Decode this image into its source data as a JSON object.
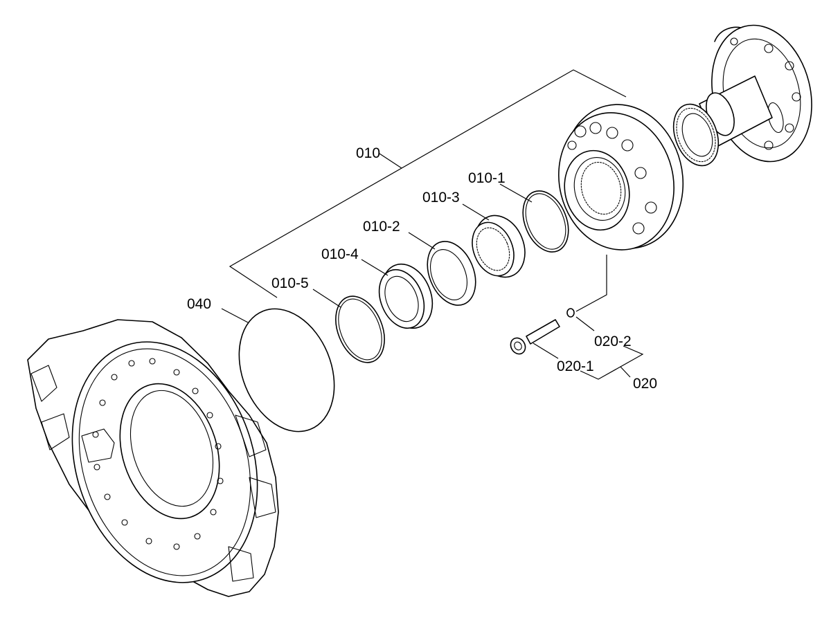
{
  "diagram": {
    "labels": {
      "p010": "010",
      "p010_1": "010-1",
      "p010_2": "010-2",
      "p010_3": "010-3",
      "p010_4": "010-4",
      "p010_5": "010-5",
      "p020": "020",
      "p020_1": "020-1",
      "p020_2": "020-2",
      "p040": "040"
    }
  }
}
